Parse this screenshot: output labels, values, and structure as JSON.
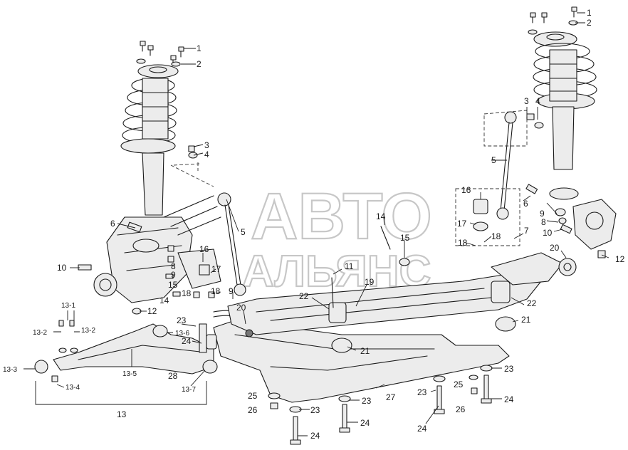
{
  "watermark": {
    "line1": "АВТО",
    "line2": "АЛЬЯНС"
  },
  "callouts": {
    "c1_left": "1",
    "c2_left": "2",
    "c3_left": "3",
    "c4_left": "4",
    "c5_left": "5",
    "c6_left": "6",
    "c8_left": "8",
    "c9_left": "9",
    "c10_left": "10",
    "c12_left": "12",
    "c14_left": "14",
    "c15_left": "15",
    "c16_left": "16",
    "c17_left": "17",
    "c18_left": "18",
    "c13_1": "13-1",
    "c13_2a": "13-2",
    "c13_2b": "13-2",
    "c13_3": "13-3",
    "c13_4": "13-4",
    "c13_5": "13-5",
    "c13_6": "13-6",
    "c13_7": "13-7",
    "c13": "13",
    "c1_right": "1",
    "c2_right": "2",
    "c3_right": "3",
    "c4_right": "4",
    "c5_right": "5",
    "c6_right": "6",
    "c7_right": "7",
    "c8_right": "8",
    "c9_right": "9",
    "c10_right": "10",
    "c12_right": "12",
    "c14_mid": "14",
    "c15_mid": "15",
    "c16_right": "16",
    "c17_right": "17",
    "c18_right": "18",
    "c20_left": "20",
    "c20_right": "20",
    "c11": "11",
    "c19": "19",
    "c21_a": "21",
    "c21_b": "21",
    "c22_a": "22",
    "c22_b": "22",
    "c23_a": "23",
    "c23_b": "23",
    "c23_c": "23",
    "c23_d": "23",
    "c23_e": "23",
    "c24_a": "24",
    "c24_b": "24",
    "c24_c": "24",
    "c24_d": "24",
    "c24_e": "24",
    "c25_a": "25",
    "c25_b": "25",
    "c26_a": "26",
    "c26_b": "26",
    "c27": "27",
    "c28": "28"
  }
}
